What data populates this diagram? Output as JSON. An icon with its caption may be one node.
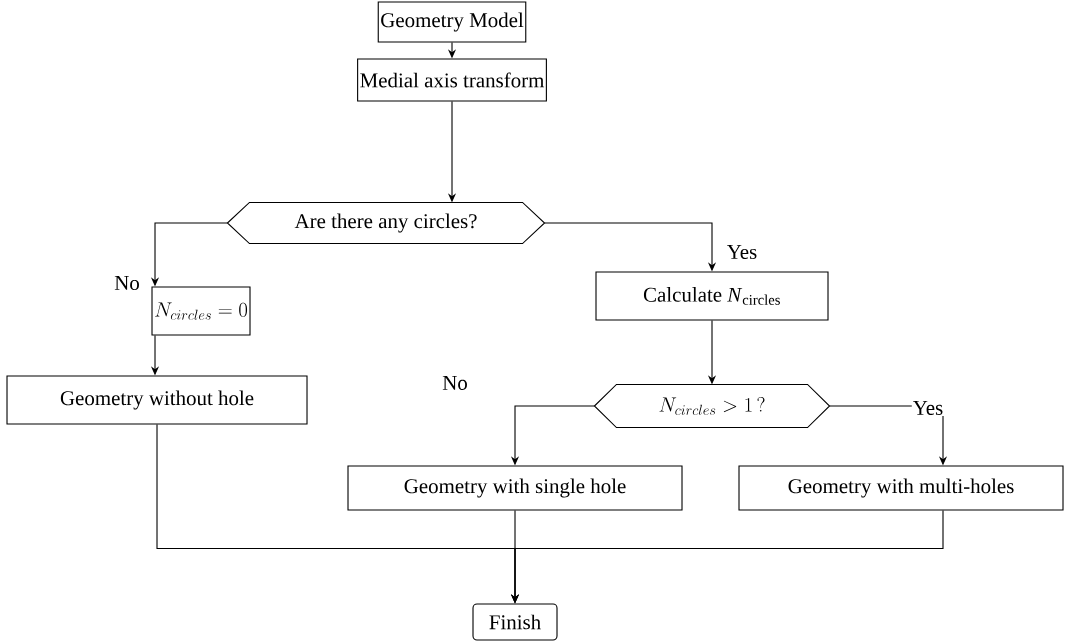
{
  "diagram": {
    "nodes": [
      {
        "text": [
          "Geometry Model"
        ]
      },
      {
        "text": [
          "Medial axis transform"
        ]
      },
      {
        "text": [
          "Are there any circles?"
        ]
      },
      {
        "text": [
          "N_{circles} = 0"
        ]
      },
      {
        "text": [
          "Calculate *N*$_{circles}$"
        ]
      },
      {
        "text": [
          "Geometry without hole"
        ]
      },
      {
        "text": [
          "N_{circles} > 1\\,?"
        ]
      },
      {
        "text": [
          "Geometry with single hole"
        ]
      },
      {
        "text": [
          "Geometry with multi-holes"
        ]
      },
      {
        "text": [
          "Finish"
        ]
      }
    ],
    "edges": [
      {
        "from": 0,
        "to": 1,
        "arrow": "to"
      },
      {
        "from": 1,
        "to": 2,
        "arrow": "to"
      },
      {
        "from": 2,
        "to": 3,
        "arrow": "to",
        "label": "No"
      },
      {
        "from": 2,
        "to": 4,
        "arrow": "to",
        "label": "Yes"
      },
      {
        "from": 3,
        "to": 5,
        "arrow": "to"
      },
      {
        "from": 4,
        "to": 6,
        "arrow": "to"
      },
      {
        "from": 6,
        "to": 7,
        "arrow": "to",
        "label": "No"
      },
      {
        "from": 6,
        "to": 8,
        "arrow": "to",
        "label": "Yes"
      },
      {
        "from": 5,
        "to": 9,
        "arrow": "to"
      },
      {
        "from": 7,
        "to": 9,
        "arrow": "to"
      },
      {
        "from": 8,
        "to": 9,
        "arrow": "to"
      }
    ]
  }
}
